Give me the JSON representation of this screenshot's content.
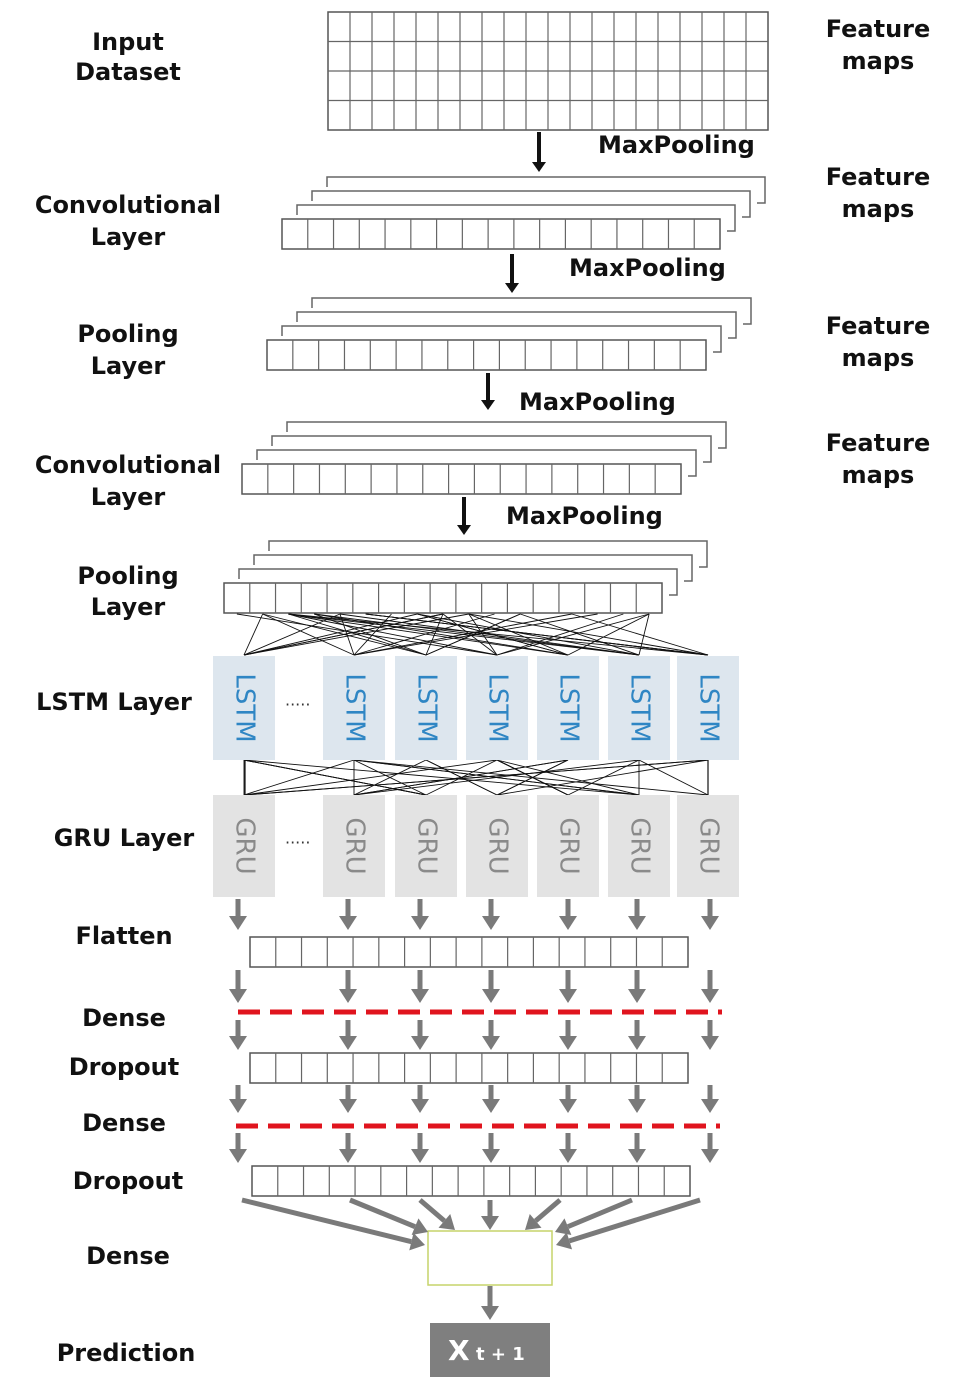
{
  "left_labels": {
    "input": [
      "Input",
      "Dataset"
    ],
    "conv1": [
      "Convolutional",
      "Layer"
    ],
    "pool1": [
      "Pooling",
      "Layer"
    ],
    "conv2": [
      "Convolutional",
      "Layer"
    ],
    "pool2": [
      "Pooling",
      "Layer"
    ],
    "lstm": "LSTM Layer",
    "gru": "GRU Layer",
    "flatten": "Flatten",
    "dense1": "Dense",
    "dropout1": "Dropout",
    "dense2": "Dense",
    "dropout2": "Dropout",
    "dense3": "Dense",
    "prediction": "Prediction"
  },
  "right_labels": {
    "fm1": [
      "Feature",
      "maps"
    ],
    "fm2": [
      "Feature",
      "maps"
    ],
    "fm3": [
      "Feature",
      "maps"
    ],
    "fm4": [
      "Feature",
      "maps"
    ]
  },
  "maxpooling": [
    "MaxPooling",
    "MaxPooling",
    "MaxPooling",
    "MaxPooling"
  ],
  "lstm_cell": "LSTM",
  "gru_cell": "GRU",
  "ellipsis": "·····",
  "prediction_output": {
    "main": "X",
    "sub": "t + 1"
  },
  "colors": {
    "lstm_bg": "#dde6ee",
    "lstm_text": "#2f86c4",
    "gru_bg": "#e3e3e3",
    "gru_text": "#8a8a8a",
    "arrow_gray": "#7a7a7a",
    "dropout_red": "#e0141e",
    "dense_box_border": "#c6d46a",
    "prediction_bg": "#7f7f7f"
  }
}
